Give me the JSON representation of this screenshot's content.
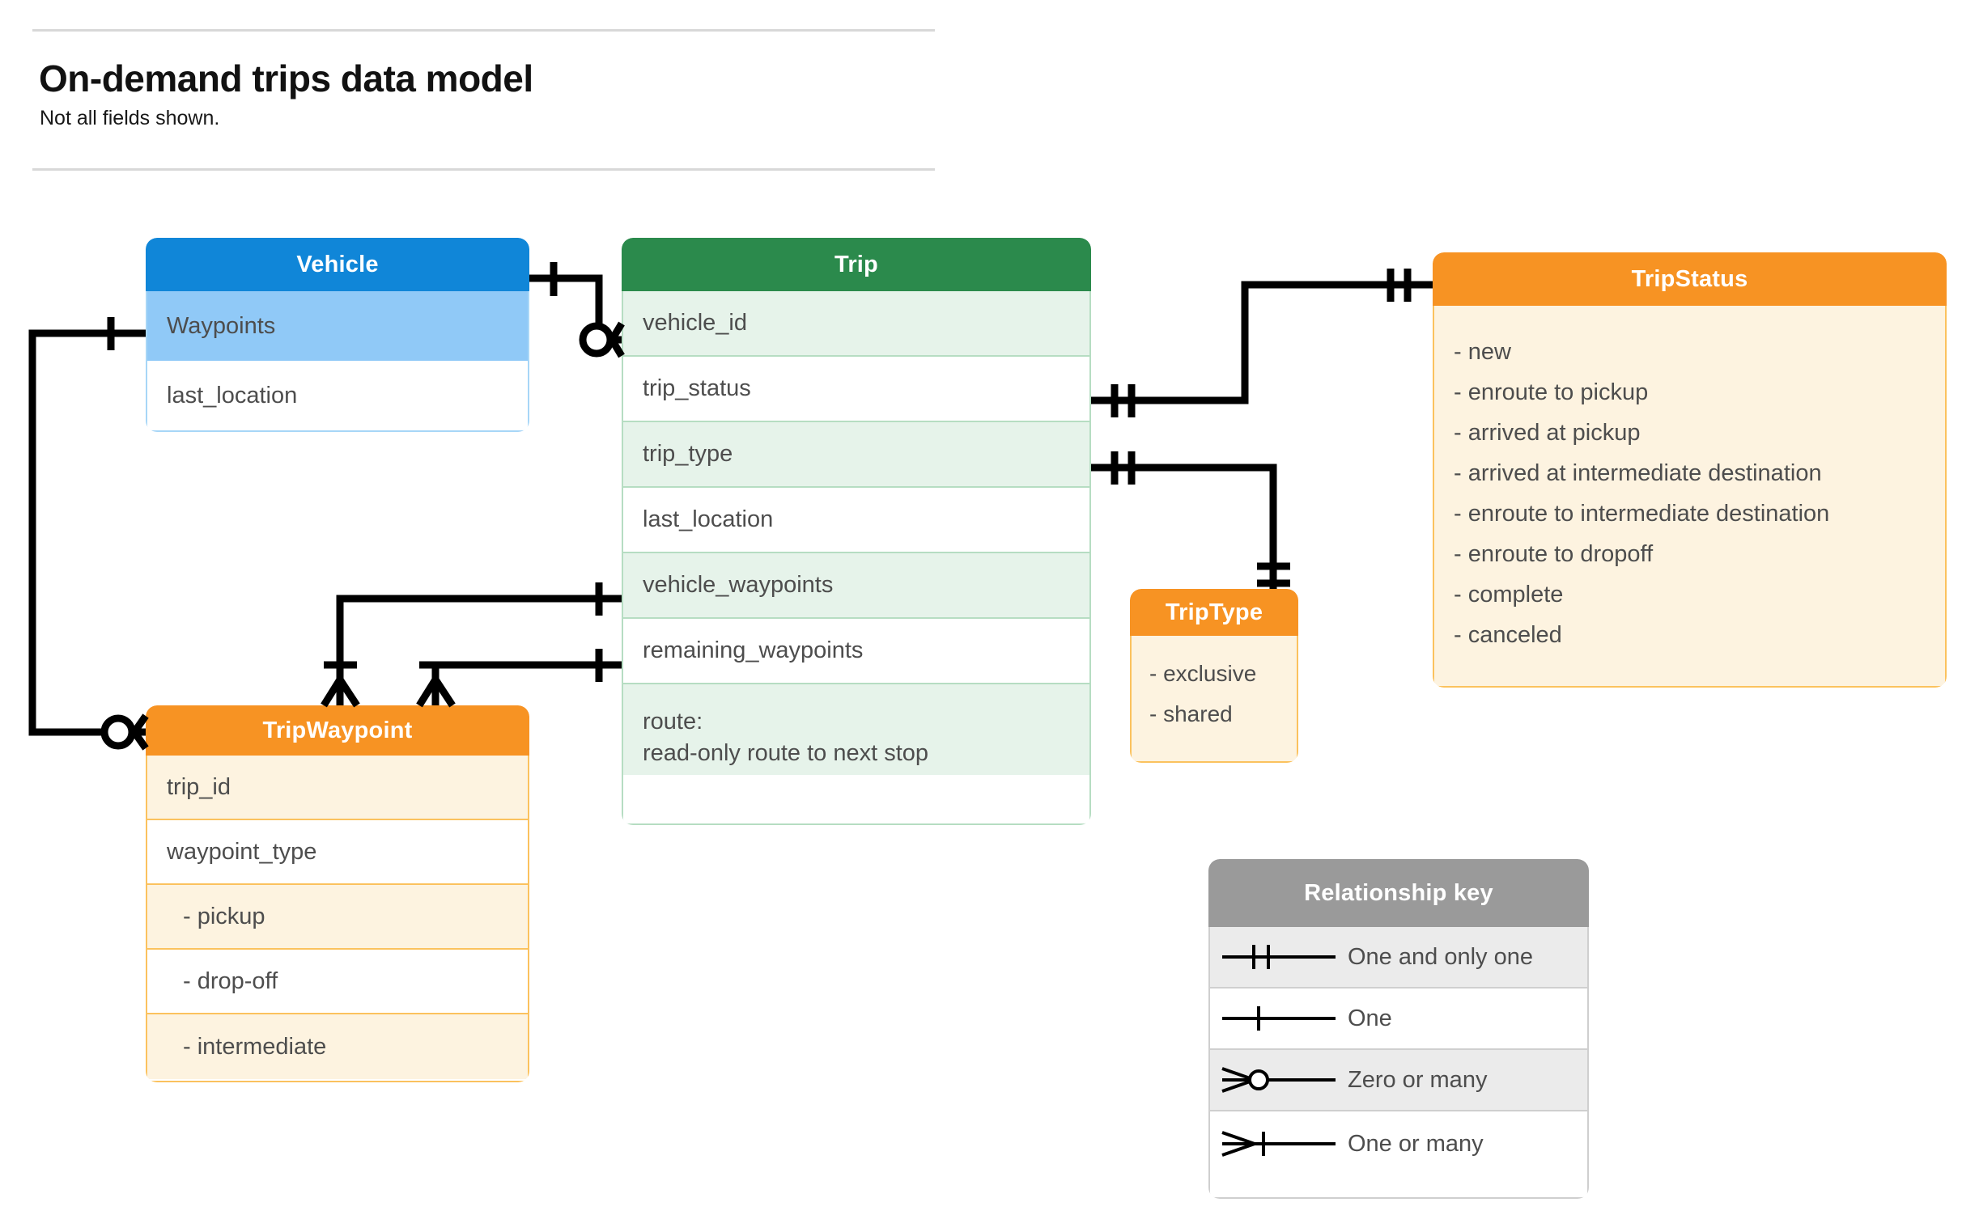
{
  "header": {
    "title": "On-demand trips data model",
    "subtitle": "Not all fields shown."
  },
  "entities": {
    "vehicle": {
      "name": "Vehicle",
      "header_color": "#1086d8",
      "rows": [
        {
          "label": "Waypoints"
        },
        {
          "label": "last_location"
        }
      ]
    },
    "trip": {
      "name": "Trip",
      "header_color": "#2b8a4c",
      "rows": [
        {
          "label": "vehicle_id"
        },
        {
          "label": "trip_status"
        },
        {
          "label": "trip_type"
        },
        {
          "label": "last_location"
        },
        {
          "label": "vehicle_waypoints"
        },
        {
          "label": "remaining_waypoints"
        }
      ],
      "route_line1": "route:",
      "route_line2": "read-only route to next stop"
    },
    "trip_status": {
      "name": "TripStatus",
      "header_color": "#f79323",
      "values": [
        "- new",
        "- enroute to pickup",
        "- arrived at pickup",
        "- arrived at intermediate destination",
        "- enroute to intermediate destination",
        "- enroute to dropoff",
        "- complete",
        "- canceled"
      ]
    },
    "trip_type": {
      "name": "TripType",
      "header_color": "#f79323",
      "values": [
        "- exclusive",
        "- shared"
      ]
    },
    "trip_waypoint": {
      "name": "TripWaypoint",
      "header_color": "#f79323",
      "rows": [
        {
          "label": "trip_id"
        },
        {
          "label": "waypoint_type"
        },
        {
          "label": "-  pickup"
        },
        {
          "label": "-  drop-off"
        },
        {
          "label": "-  intermediate"
        }
      ]
    }
  },
  "legend": {
    "title": "Relationship key",
    "items": [
      {
        "glyph": "one-and-only-one-icon",
        "label": "One and only one"
      },
      {
        "glyph": "one-icon",
        "label": "One"
      },
      {
        "glyph": "zero-or-many-icon",
        "label": "Zero or many"
      },
      {
        "glyph": "one-or-many-icon",
        "label": "One or many"
      }
    ]
  },
  "colors": {
    "vehicle_header": "#1086d8",
    "vehicle_row_alt": "#90c9f7",
    "trip_header": "#2b8a4c",
    "trip_row_alt": "#e6f3ea",
    "orange_header": "#f79323",
    "orange_row_alt": "#fdf3e0",
    "legend_header": "#9a9a9a",
    "connector": "#000000"
  }
}
